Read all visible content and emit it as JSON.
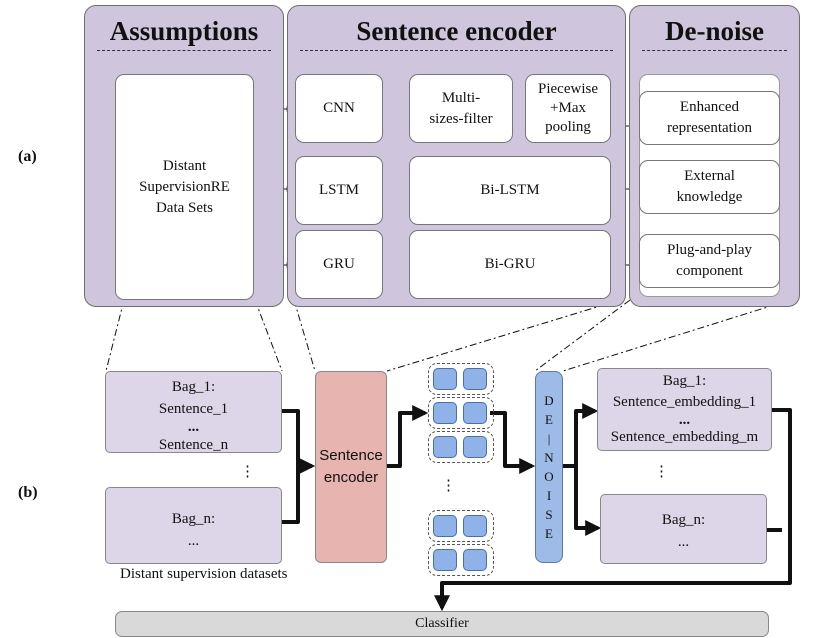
{
  "labels": {
    "a": "(a)",
    "b": "(b)"
  },
  "panels": {
    "assumptions": {
      "title": "Assumptions",
      "box": [
        "Distant",
        "SupervisionRE",
        "Data Sets"
      ]
    },
    "encoder": {
      "title": "Sentence encoder",
      "rows": [
        {
          "name": "CNN",
          "steps": [
            [
              "Multi-",
              "sizes-filter"
            ],
            [
              "Piecewise",
              "+Max",
              "pooling"
            ]
          ]
        },
        {
          "name": "LSTM",
          "steps": [
            [
              "Bi-LSTM"
            ]
          ]
        },
        {
          "name": "GRU",
          "steps": [
            [
              "Bi-GRU"
            ]
          ]
        }
      ]
    },
    "denoise": {
      "title": "De-noise",
      "items": [
        [
          "Enhanced",
          "representation"
        ],
        [
          "External",
          "knowledge"
        ],
        [
          "Plug-and-play",
          "component"
        ]
      ]
    }
  },
  "bottom": {
    "bag1": {
      "title": "Bag_1:",
      "line1": "Sentence_1",
      "dots": "...",
      "line2": "Sentence_n"
    },
    "vdots": "⋮",
    "bagn": {
      "title": "Bag_n:",
      "dots": "..."
    },
    "datasets_caption": "Distant supervision datasets",
    "encoder": [
      "Sentence",
      "encoder"
    ],
    "denoise_letters": [
      "D",
      "E",
      "|",
      "N",
      "O",
      "I",
      "S",
      "E"
    ],
    "out_bag1": {
      "title": "Bag_1:",
      "line1": "Sentence_embedding_1",
      "dots": "...",
      "line2": "Sentence_embedding_m"
    },
    "out_vdots": "⋮",
    "out_bagn": {
      "title": "Bag_n:",
      "dots": "..."
    },
    "emb_vdots": "⋮",
    "classifier": "Classifier"
  },
  "colors": {
    "panel": "#cfc6dd",
    "bag": "#ddd6e8",
    "encoder": "#e8b4b0",
    "denoise": "#9dbbe6",
    "embedding": "#8fb3e8",
    "classifier": "#d9d9d9"
  }
}
